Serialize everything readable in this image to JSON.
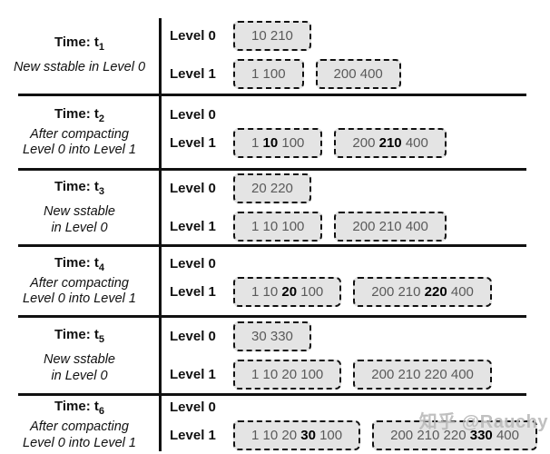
{
  "watermark": "知乎 @Rauchy",
  "colors": {
    "line": "#111111",
    "box_fill": "#e4e4e4",
    "box_border": "#111111",
    "number_regular": "#5a5a5a",
    "number_bold": "#000000"
  },
  "level_labels": {
    "level0": "Level 0",
    "level1": "Level 1"
  },
  "sections": [
    {
      "name": "t1",
      "time_prefix": "Time: t",
      "time_sub": "1",
      "desc_lines": [
        "New sstable in Level 0"
      ],
      "level0_boxes": [
        [
          {
            "t": "10"
          },
          {
            "t": "210"
          }
        ]
      ],
      "level1_boxes": [
        [
          {
            "t": "1"
          },
          {
            "t": "100"
          }
        ],
        [
          {
            "t": "200"
          },
          {
            "t": "400"
          }
        ]
      ]
    },
    {
      "name": "t2",
      "time_prefix": "Time: t",
      "time_sub": "2",
      "desc_lines": [
        "After compacting",
        "Level 0 into Level 1"
      ],
      "level0_boxes": [],
      "level1_boxes": [
        [
          {
            "t": "1"
          },
          {
            "t": "10",
            "b": true
          },
          {
            "t": "100"
          }
        ],
        [
          {
            "t": "200"
          },
          {
            "t": "210",
            "b": true
          },
          {
            "t": "400"
          }
        ]
      ]
    },
    {
      "name": "t3",
      "time_prefix": "Time: t",
      "time_sub": "3",
      "desc_lines": [
        "New sstable",
        "in Level 0"
      ],
      "level0_boxes": [
        [
          {
            "t": "20"
          },
          {
            "t": "220"
          }
        ]
      ],
      "level1_boxes": [
        [
          {
            "t": "1"
          },
          {
            "t": "10"
          },
          {
            "t": "100"
          }
        ],
        [
          {
            "t": "200"
          },
          {
            "t": "210"
          },
          {
            "t": "400"
          }
        ]
      ]
    },
    {
      "name": "t4",
      "time_prefix": "Time: t",
      "time_sub": "4",
      "desc_lines": [
        "After compacting",
        "Level 0 into Level 1"
      ],
      "level0_boxes": [],
      "level1_boxes": [
        [
          {
            "t": "1"
          },
          {
            "t": "10"
          },
          {
            "t": "20",
            "b": true
          },
          {
            "t": "100"
          }
        ],
        [
          {
            "t": "200"
          },
          {
            "t": "210"
          },
          {
            "t": "220",
            "b": true
          },
          {
            "t": "400"
          }
        ]
      ]
    },
    {
      "name": "t5",
      "time_prefix": "Time: t",
      "time_sub": "5",
      "desc_lines": [
        "New sstable",
        "in Level 0"
      ],
      "level0_boxes": [
        [
          {
            "t": "30"
          },
          {
            "t": "330"
          }
        ]
      ],
      "level1_boxes": [
        [
          {
            "t": "1"
          },
          {
            "t": "10"
          },
          {
            "t": "20"
          },
          {
            "t": "100"
          }
        ],
        [
          {
            "t": "200"
          },
          {
            "t": "210"
          },
          {
            "t": "220"
          },
          {
            "t": "400"
          }
        ]
      ]
    },
    {
      "name": "t6",
      "time_prefix": "Time: t",
      "time_sub": "6",
      "desc_lines": [
        "After compacting",
        "Level 0 into Level 1"
      ],
      "level0_boxes": [],
      "level1_boxes": [
        [
          {
            "t": "1"
          },
          {
            "t": "10"
          },
          {
            "t": "20"
          },
          {
            "t": "30",
            "b": true
          },
          {
            "t": "100"
          }
        ],
        [
          {
            "t": "200"
          },
          {
            "t": "210"
          },
          {
            "t": "220"
          },
          {
            "t": "330",
            "b": true
          },
          {
            "t": "400"
          }
        ]
      ]
    }
  ]
}
